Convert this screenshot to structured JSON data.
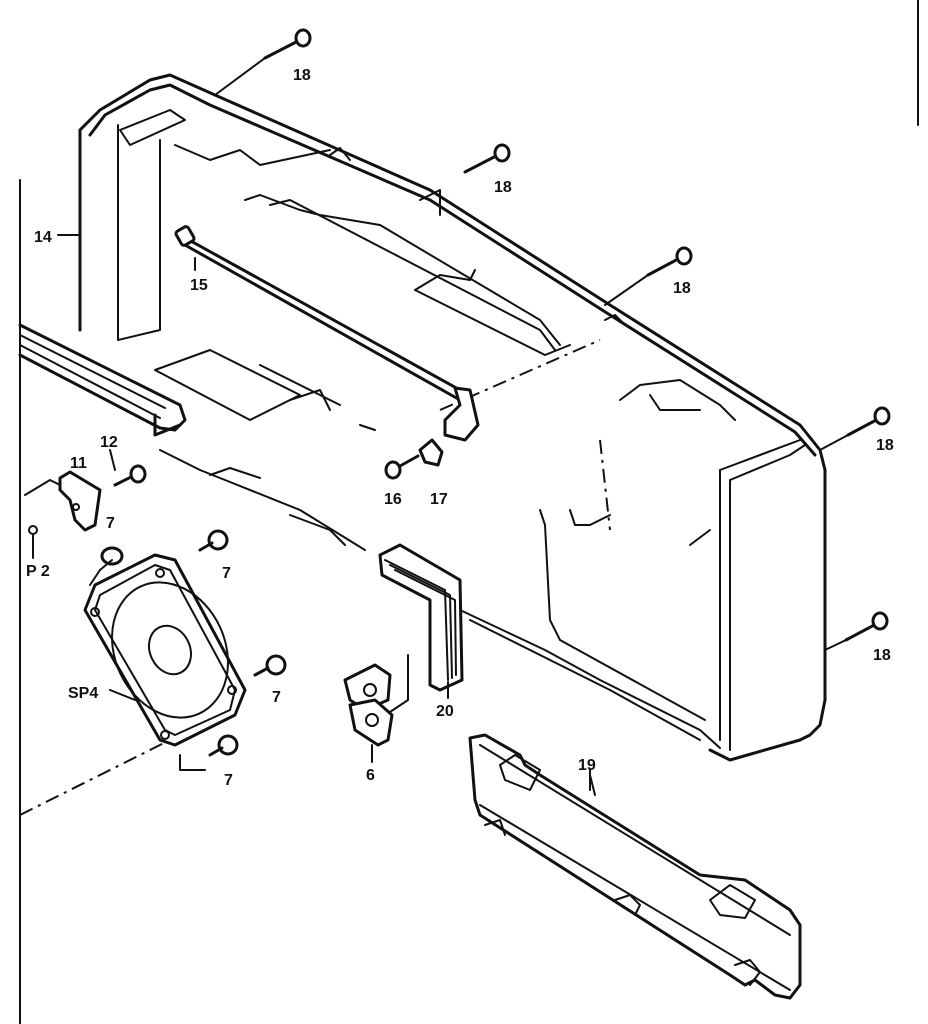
{
  "callouts": [
    {
      "id": "c18a",
      "text": "18"
    },
    {
      "id": "c18b",
      "text": "18"
    },
    {
      "id": "c18c",
      "text": "18"
    },
    {
      "id": "c18d",
      "text": "18"
    },
    {
      "id": "c18e",
      "text": "18"
    },
    {
      "id": "c14",
      "text": "14"
    },
    {
      "id": "c15",
      "text": "15"
    },
    {
      "id": "c12",
      "text": "12"
    },
    {
      "id": "c11",
      "text": "11"
    },
    {
      "id": "c16",
      "text": "16"
    },
    {
      "id": "c17",
      "text": "17"
    },
    {
      "id": "c7a",
      "text": "7"
    },
    {
      "id": "c7b",
      "text": "7"
    },
    {
      "id": "c7c",
      "text": "7"
    },
    {
      "id": "c7d",
      "text": "7"
    },
    {
      "id": "cP2",
      "text": "P 2"
    },
    {
      "id": "cSP4",
      "text": "SP4"
    },
    {
      "id": "c20",
      "text": "20"
    },
    {
      "id": "c6",
      "text": "6"
    },
    {
      "id": "c19",
      "text": "19"
    }
  ]
}
